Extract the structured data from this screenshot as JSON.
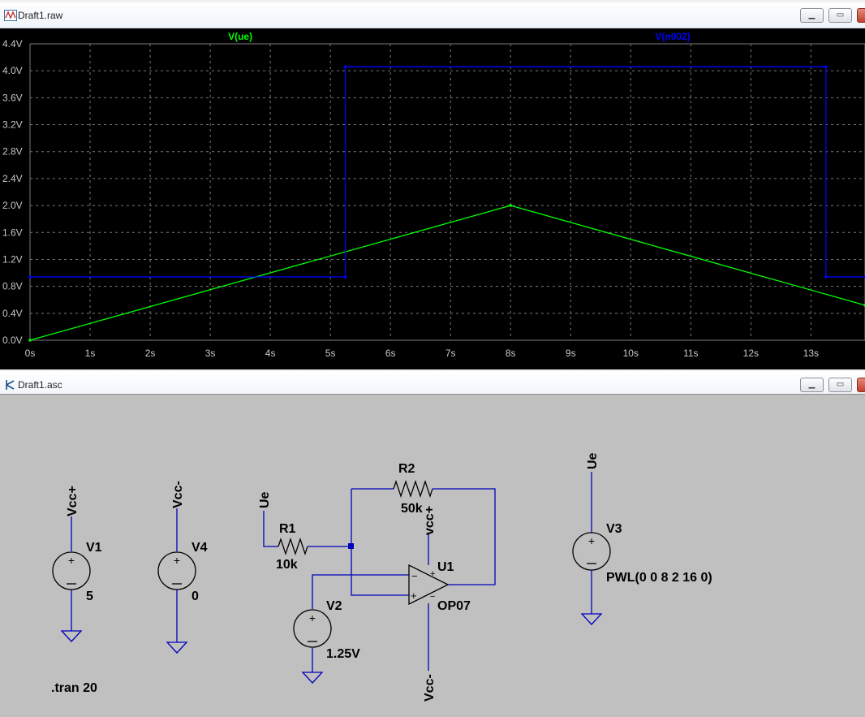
{
  "plot_window": {
    "title": "Draft1.raw",
    "icon": "waveform-viewer-icon",
    "controls": [
      "minimize-icon",
      "maximize-icon",
      "close-icon"
    ]
  },
  "schematic_window": {
    "title": "Draft1.asc",
    "icon": "schematic-editor-icon",
    "controls": [
      "minimize-icon",
      "maximize-icon",
      "close-icon"
    ]
  },
  "colors": {
    "plot_background": "#000000",
    "grid": "#7a7a7a",
    "axis_text": "#c8c8c8",
    "trace_ue": "#00ff00",
    "trace_n002": "#0000ff",
    "schematic_background": "#c0c0c0",
    "wire": "#0000bb",
    "component": "#000000"
  },
  "chart_data": {
    "type": "line",
    "title": "",
    "xlabel": "",
    "ylabel": "",
    "xlim": [
      0,
      13.9
    ],
    "ylim": [
      0,
      4.4
    ],
    "grid": true,
    "x_ticks": [
      "0s",
      "1s",
      "2s",
      "3s",
      "4s",
      "5s",
      "6s",
      "7s",
      "8s",
      "9s",
      "10s",
      "11s",
      "12s",
      "13s"
    ],
    "y_ticks": [
      "0.0V",
      "0.4V",
      "0.8V",
      "1.2V",
      "1.6V",
      "2.0V",
      "2.4V",
      "2.8V",
      "3.2V",
      "3.6V",
      "4.0V",
      "4.4V"
    ],
    "series": [
      {
        "name": "V(ue)",
        "color": "#00ff00",
        "x": [
          0,
          8,
          13.9
        ],
        "y": [
          0,
          2.0,
          0.52
        ]
      },
      {
        "name": "V(n002)",
        "color": "#0000ff",
        "x": [
          0,
          5.25,
          5.25,
          13.25,
          13.25,
          13.9
        ],
        "y": [
          0.94,
          0.94,
          4.06,
          4.06,
          0.94,
          0.94
        ]
      }
    ]
  },
  "schematic": {
    "v1": {
      "name": "V1",
      "value": "5",
      "net": "Vcc+"
    },
    "v4": {
      "name": "V4",
      "value": "0",
      "net": "Vcc-"
    },
    "r1": {
      "name": "R1",
      "value": "10k"
    },
    "r2": {
      "name": "R2",
      "value": "50k"
    },
    "v2": {
      "name": "V2",
      "value": "1.25V"
    },
    "u1": {
      "name": "U1",
      "value": "OP07",
      "pin_plus": "+",
      "pin_minus": "−"
    },
    "v3": {
      "name": "V3",
      "value": "PWL(0 0 8 2 16 0)",
      "net": "Ue"
    },
    "input_net": "Ue",
    "opamp_supply_pos": "vcc+",
    "opamp_supply_neg": "Vcc-",
    "directive": ".tran 20"
  }
}
